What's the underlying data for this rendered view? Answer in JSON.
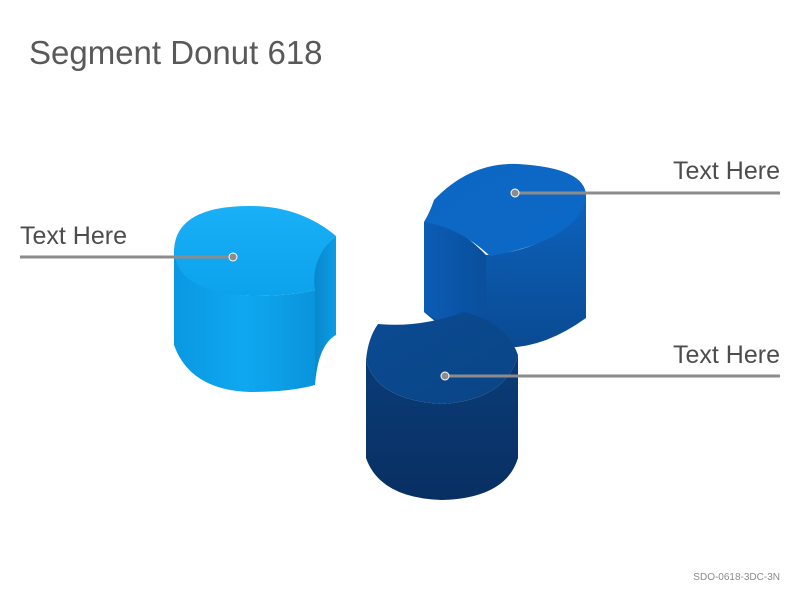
{
  "title": "Segment Donut 618",
  "labels": {
    "left": "Text Here",
    "top_right": "Text Here",
    "bottom_right": "Text Here"
  },
  "code": "SDO-0618-3DC-3N",
  "colors": {
    "segment_light": "#0ea4ec",
    "segment_mid": "#0b63be",
    "segment_dark": "#0a3f7d",
    "leader_line": "#8c8c8c",
    "leader_dot": "#8c8c8c"
  }
}
